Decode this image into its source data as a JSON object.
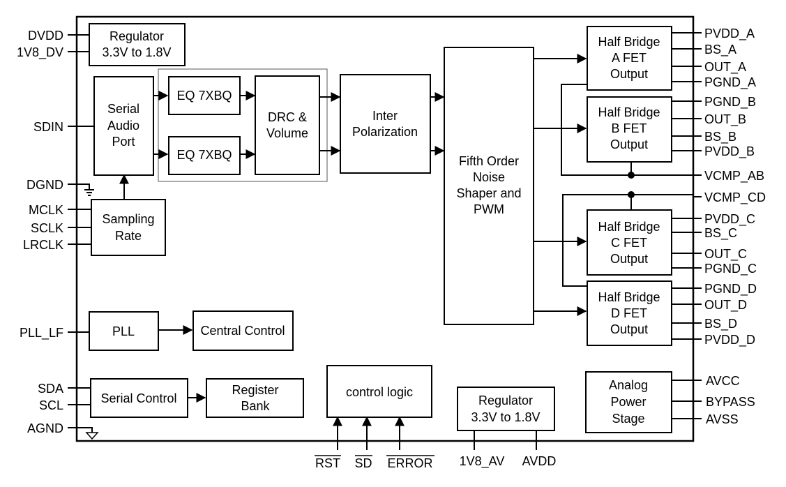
{
  "blocks": {
    "regulator_top": [
      "Regulator",
      "3.3V to 1.8V"
    ],
    "serial_audio_port": [
      "Serial",
      "Audio",
      "Port"
    ],
    "eq1": [
      "EQ 7XBQ"
    ],
    "eq2": [
      "EQ 7XBQ"
    ],
    "drc": [
      "DRC &",
      "Volume"
    ],
    "inter_polarization": [
      "Inter",
      "Polarization"
    ],
    "fifth_order": [
      "Fifth Order",
      "Noise",
      "Shaper and",
      "PWM"
    ],
    "hb_a": [
      "Half Bridge",
      "A FET",
      "Output"
    ],
    "hb_b": [
      "Half Bridge",
      "B FET",
      "Output"
    ],
    "hb_c": [
      "Half Bridge",
      "C FET",
      "Output"
    ],
    "hb_d": [
      "Half Bridge",
      "D FET",
      "Output"
    ],
    "sampling_rate": [
      "Sampling",
      "Rate"
    ],
    "pll": [
      "PLL"
    ],
    "central_control": [
      "Central Control"
    ],
    "serial_control": [
      "Serial Control"
    ],
    "register_bank": [
      "Register",
      "Bank"
    ],
    "control_logic": [
      "control logic"
    ],
    "regulator_bottom": [
      "Regulator",
      "3.3V to 1.8V"
    ],
    "analog_power": [
      "Analog",
      "Power",
      "Stage"
    ]
  },
  "pins": {
    "left": {
      "dvdd": "DVDD",
      "v1v8_dv": "1V8_DV",
      "sdin": "SDIN",
      "dgnd": "DGND",
      "mclk": "MCLK",
      "sclk": "SCLK",
      "lrclk": "LRCLK",
      "pll_lf": "PLL_LF",
      "sda": "SDA",
      "scl": "SCL",
      "agnd": "AGND"
    },
    "right": {
      "pvdd_a": "PVDD_A",
      "bs_a": "BS_A",
      "out_a": "OUT_A",
      "pgnd_a": "PGND_A",
      "pgnd_b": "PGND_B",
      "out_b": "OUT_B",
      "bs_b": "BS_B",
      "pvdd_b": "PVDD_B",
      "vcmp_ab": "VCMP_AB",
      "vcmp_cd": "VCMP_CD",
      "pvdd_c": "PVDD_C",
      "bs_c": "BS_C",
      "out_c": "OUT_C",
      "pgnd_c": "PGND_C",
      "pgnd_d": "PGND_D",
      "out_d": "OUT_D",
      "bs_d": "BS_D",
      "pvdd_d": "PVDD_D",
      "avcc": "AVCC",
      "bypass": "BYPASS",
      "avss": "AVSS"
    },
    "bottom": {
      "rst": "RST",
      "sd": "SD",
      "error": "ERROR",
      "v1v8_av": "1V8_AV",
      "avdd": "AVDD"
    }
  }
}
